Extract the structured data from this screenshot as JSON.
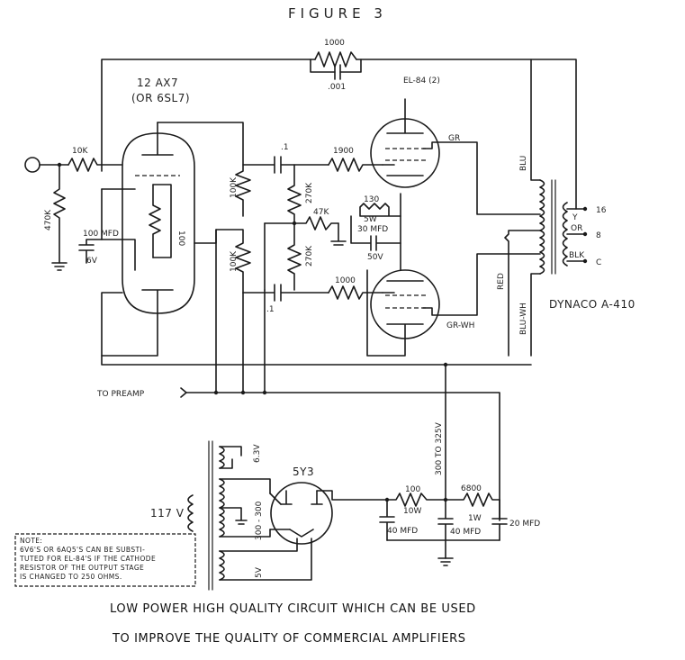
{
  "figure_title": "FIGURE 3",
  "caption": {
    "line1": "LOW POWER HIGH QUALITY CIRCUIT WHICH CAN BE USED",
    "line2": "TO IMPROVE THE QUALITY OF COMMERCIAL AMPLIFIERS"
  },
  "note": {
    "heading": "NOTE:",
    "lines": [
      "6V6'S OR 6AQ5'S CAN BE SUBSTI-",
      "TUTED FOR EL-84'S IF THE CATHODE",
      "RESISTOR OF THE OUTPUT STAGE",
      "IS CHANGED TO 250 OHMS."
    ]
  },
  "tubes": {
    "preamp": "12 AX7",
    "preamp_alt": "(OR 6SL7)",
    "output": "EL-84 (2)",
    "rectifier": "5Y3"
  },
  "components": {
    "fb_resistor": "1000",
    "fb_cap": ".001",
    "input_res": "10K",
    "grid_res": "470K",
    "cathode_res": "100",
    "cathode_cap": "100 MFD",
    "cathode_cap_v": "6V",
    "plate_res_top": "100K",
    "plate_res_bot": "100K",
    "coupling_top": ".1",
    "coupling_bot": ".1",
    "grid_leak_top": "270K",
    "grid_leak_bot": "270K",
    "stopper_top": "1900",
    "stopper_bot": "1000",
    "bias_res": "47K",
    "out_cathode_res": "130",
    "out_cathode_w": "5W",
    "out_cathode_cap": "30 MFD",
    "out_cathode_cap_v": "50V",
    "filter_res1": "100",
    "filter_res1_w": "10W",
    "filter_res2": "6800",
    "filter_res2_w": "1W",
    "filter_cap1": "40 MFD",
    "filter_cap2": "40 MFD",
    "filter_cap3": "20 MFD"
  },
  "transformer": {
    "name": "DYNACO  A-410",
    "wire_gr": "GR",
    "wire_grwh": "GR-WH",
    "wire_blu": "BLU",
    "wire_red": "RED",
    "wire_bluwh": "BLU-WH",
    "tap_16": "16",
    "tap_8": "8",
    "tap_c": "C",
    "wire_y": "Y",
    "wire_or": "OR",
    "wire_blk": "BLK"
  },
  "power": {
    "mains": "117 V",
    "heater": "6.3V",
    "hv": "300 - 300",
    "rect_fil": "5V",
    "b_plus": "300 TO 325V",
    "to_preamp": "TO PREAMP"
  }
}
